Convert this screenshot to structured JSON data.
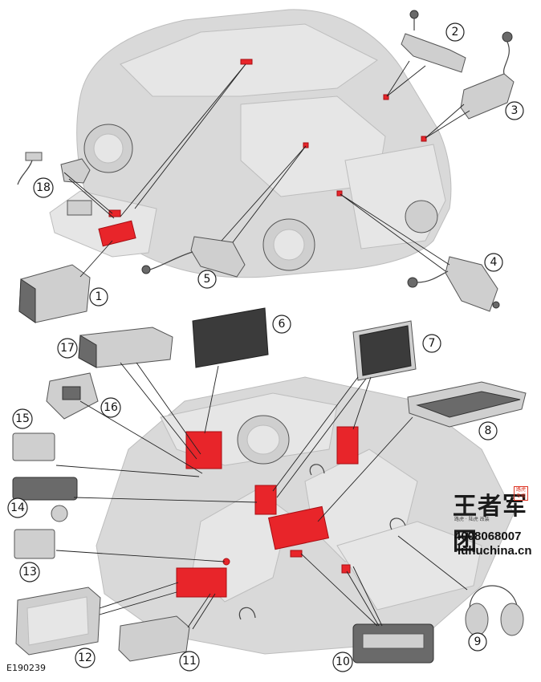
{
  "figure_code": "E190239",
  "callouts": [
    "1",
    "2",
    "3",
    "4",
    "5",
    "6",
    "7",
    "8",
    "9",
    "10",
    "11",
    "12",
    "13",
    "14",
    "15",
    "16",
    "17",
    "18"
  ],
  "watermark": {
    "chinese": "王者军团",
    "seal": "路虎专修",
    "subtitle": "路虎 · 陆虎 改装",
    "phone": "4008068007",
    "site": "luhuchina.cn"
  },
  "colors": {
    "highlight": "#e8252a",
    "line": "#222222",
    "body": "#d9d9d9"
  }
}
